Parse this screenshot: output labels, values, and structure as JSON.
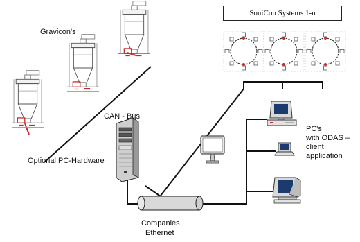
{
  "labels": {
    "gravicons": "Gravicon's",
    "sonicon_title": "SoniCon Systems 1-n",
    "can_bus": "CAN - Bus",
    "optional_pc": "Optional PC-Hardware",
    "pcs_line1": "PC's",
    "pcs_line2": "with ODAS –",
    "pcs_line3": "client",
    "pcs_line4": "application",
    "ethernet_line1": "Companies",
    "ethernet_line2": "Ethernet"
  },
  "icons": {
    "gravicon": "gravicon-hopper-icon",
    "sonicon": "sonicon-sensor-ring-icon",
    "server": "tower-server-icon",
    "monitor": "crt-monitor-icon",
    "flat_monitor": "flat-monitor-icon",
    "laptop": "laptop-icon",
    "network_pipe": "ethernet-cylinder-icon"
  },
  "colors": {
    "line": "#111111",
    "equipment_red": "#c62828",
    "equipment_gray": "#8a8a8a",
    "screen_blue": "#1b3a6e",
    "pipe_fill": "#d9d9d9"
  }
}
